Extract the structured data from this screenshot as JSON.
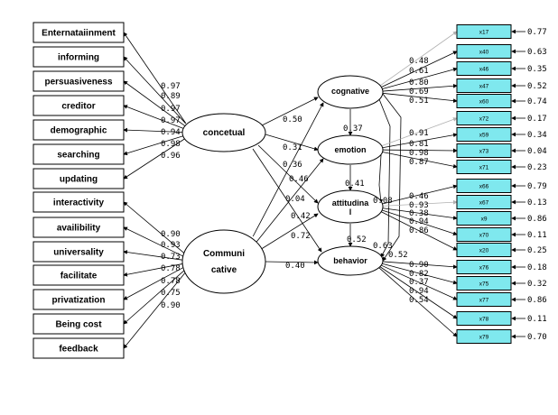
{
  "left_items": [
    "Enternataiinment",
    "informing",
    "persuasiveness",
    "creditor",
    "demographic",
    "searching",
    "updating",
    "interactivity",
    "availibility",
    "universality",
    "facilitate",
    "privatization",
    "Being cost",
    "feedback"
  ],
  "left_loadings": [
    "0.97",
    "0.89",
    "0.97",
    "0.97",
    "0.94",
    "0.98",
    "0.96",
    "0.90",
    "0.93",
    "0.73",
    "0.78",
    "0.78",
    "0.75",
    "0.90"
  ],
  "latents": {
    "conceptual": "concetual",
    "communicative": [
      "Communi",
      "cative"
    ],
    "cognitive": "cognative",
    "emotion": "emotion",
    "attitudinal": [
      "attitudina",
      "l"
    ],
    "behavior": "behavior"
  },
  "path_coefficients": [
    "0.50",
    "0.31",
    "0.36",
    "0.46",
    "0.04",
    "0.42",
    "0.72",
    "0.40",
    "0.37",
    "0.41",
    "0.08",
    "0.52",
    "0.63",
    "0.52"
  ],
  "right_items": [
    "x17",
    "x40",
    "x46",
    "x47",
    "x60",
    "x72",
    "x59",
    "x73",
    "x71",
    "x66",
    "x67",
    "x9",
    "x70",
    "x20",
    "x76",
    "x75",
    "x77",
    "x78",
    "x79"
  ],
  "right_loadings": [
    "0.48",
    "0.61",
    "0.80",
    "0.69",
    "0.51",
    "0.91",
    "0.81",
    "0.98",
    "0.87",
    "0.46",
    "0.93",
    "0.38",
    "0.94",
    "0.86",
    "0.90",
    "0.82",
    "0.37",
    "0.94",
    "0.54"
  ],
  "error_values": [
    "0.77",
    "0.63",
    "0.35",
    "0.52",
    "0.74",
    "0.17",
    "0.34",
    "0.04",
    "0.23",
    "0.79",
    "0.13",
    "0.86",
    "0.11",
    "0.25",
    "0.18",
    "0.32",
    "0.86",
    "0.11",
    "0.70"
  ],
  "colors": {
    "indicator_fill": "#7fe8ee",
    "edge": "#000000",
    "light_edge": "#b0b0b0"
  }
}
